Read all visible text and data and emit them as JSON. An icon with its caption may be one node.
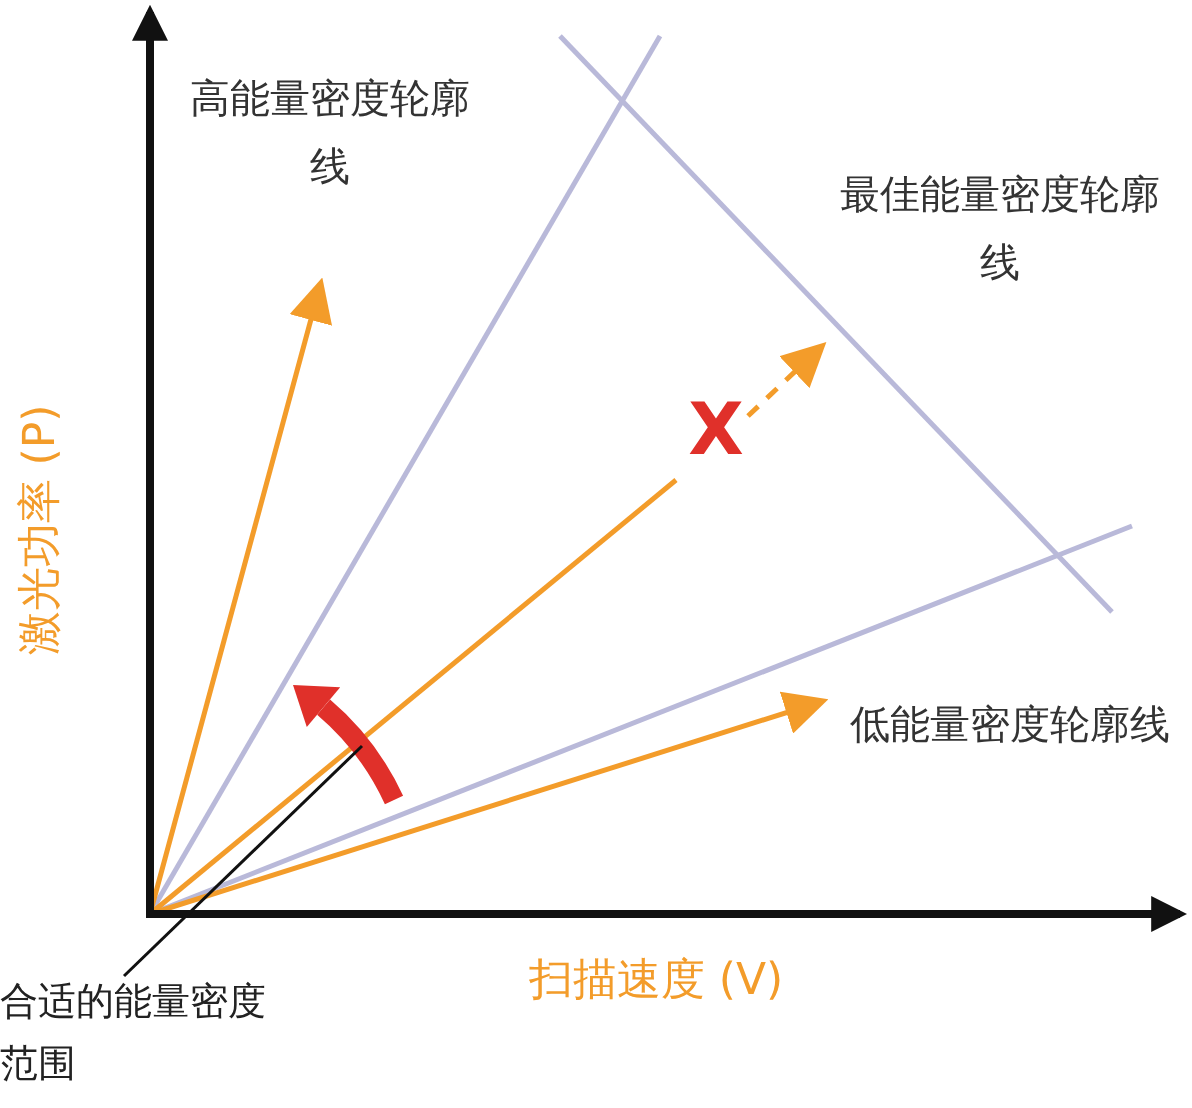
{
  "diagram": {
    "nodes": [
      {
        "text": [
          "合适的能量密度范围"
        ]
      },
      {
        "text": [],
        "shape": "arc"
      }
    ],
    "edges": [
      {
        "from": 0,
        "to": 1,
        "arrow": "none"
      }
    ],
    "labels": [
      "高能量密度轮廓线",
      "最佳能量密度轮廓线",
      "X",
      "激光功率 (P)",
      "低能量密度轮廓线",
      "扫描速度 (V)"
    ]
  }
}
